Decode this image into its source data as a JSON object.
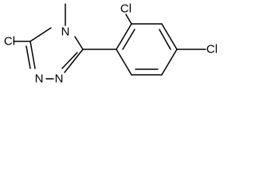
{
  "molecule": {
    "atoms": {
      "cl_triazole": "Cl",
      "n_methyl": "N",
      "n_ring_1": "N",
      "n_ring_2": "N",
      "cl_ortho": "Cl",
      "cl_para": "Cl"
    }
  }
}
